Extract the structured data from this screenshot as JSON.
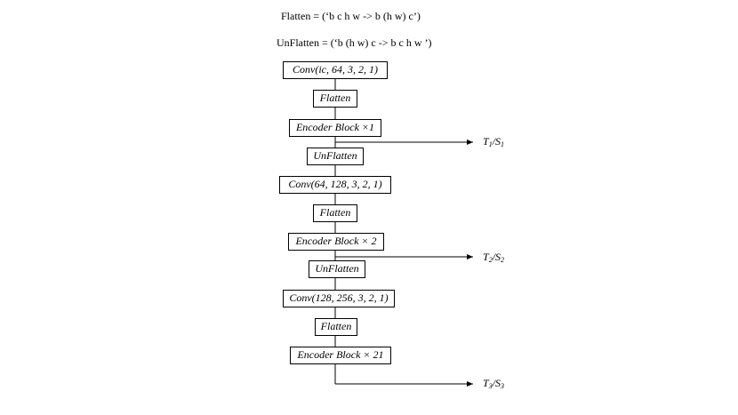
{
  "equations": {
    "flatten": "Flatten = (‘b c h w -> b (h w) c’)",
    "unflatten": "UnFlatten = (‘b (h w) c -> b c h w ’)"
  },
  "blocks": [
    "Conv(ic, 64, 3, 2, 1)",
    "Flatten",
    "Encoder Block ×1",
    "UnFlatten",
    "Conv(64, 128, 3, 2, 1)",
    "Flatten",
    "Encoder Block × 2",
    "UnFlatten",
    "Conv(128, 256, 3, 2, 1)",
    "Flatten",
    "Encoder Block × 21"
  ],
  "outputs": [
    {
      "t": "T",
      "ti": "1",
      "sep": "/",
      "s": "S",
      "si": "1"
    },
    {
      "t": "T",
      "ti": "2",
      "sep": "/",
      "s": "S",
      "si": "2"
    },
    {
      "t": "T",
      "ti": "3",
      "sep": "/",
      "s": "S",
      "si": "3"
    }
  ]
}
